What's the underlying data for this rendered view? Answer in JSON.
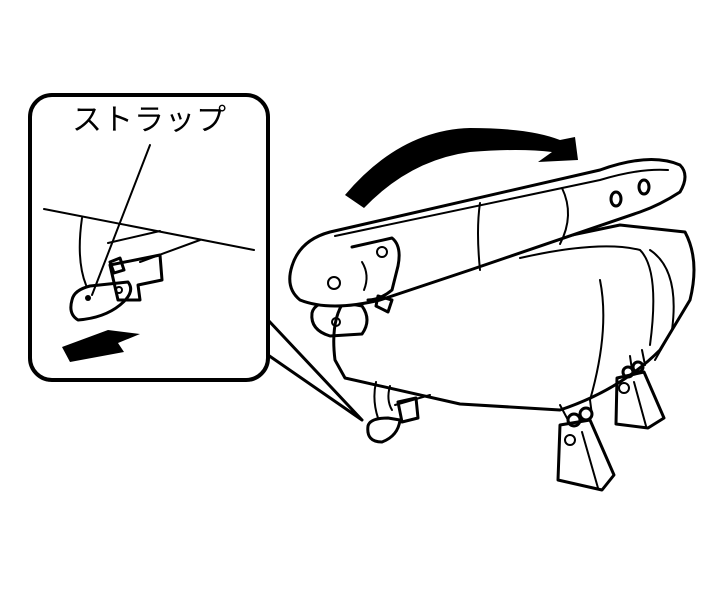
{
  "figure": {
    "type": "manual-illustration",
    "subject": "rear seat cushion tip-up with strap release",
    "inset": {
      "label": "ストラップ",
      "label_meaning": "Strap",
      "pull_direction_arrow": "pull-arrow-left-down"
    },
    "main_arrow": "rotation-arrow-clockwise",
    "colors": {
      "line": "#000000",
      "background": "#ffffff"
    }
  }
}
